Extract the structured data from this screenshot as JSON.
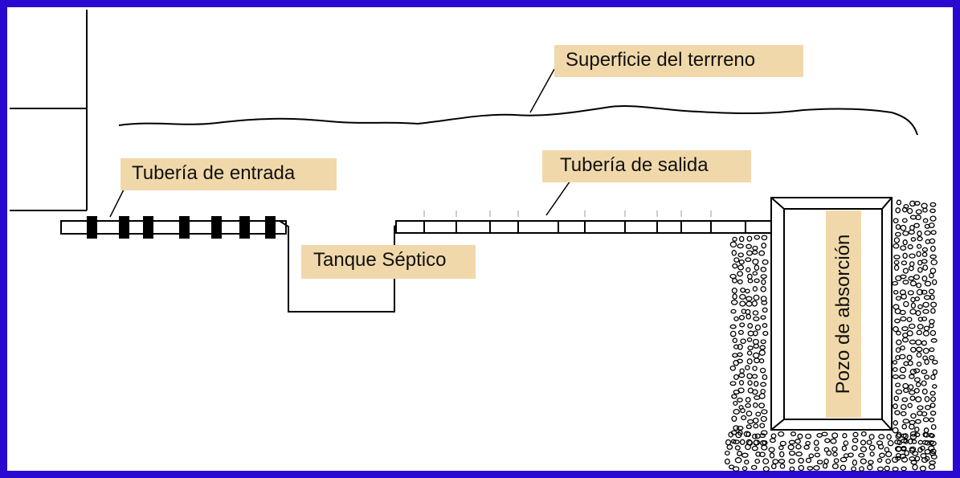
{
  "diagram": {
    "labels": {
      "ground_surface": "Superficie del terrreno",
      "inlet_pipe": "Tubería de entrada",
      "outlet_pipe": "Tubería de salida",
      "septic_tank": "Tanque Séptico",
      "absorption_well": "Pozo de absorción"
    },
    "colors": {
      "frame_border": "#2a0ad0",
      "label_background": "#f0d8aa",
      "line": "#000000",
      "pipe_joint": "#000000"
    }
  }
}
